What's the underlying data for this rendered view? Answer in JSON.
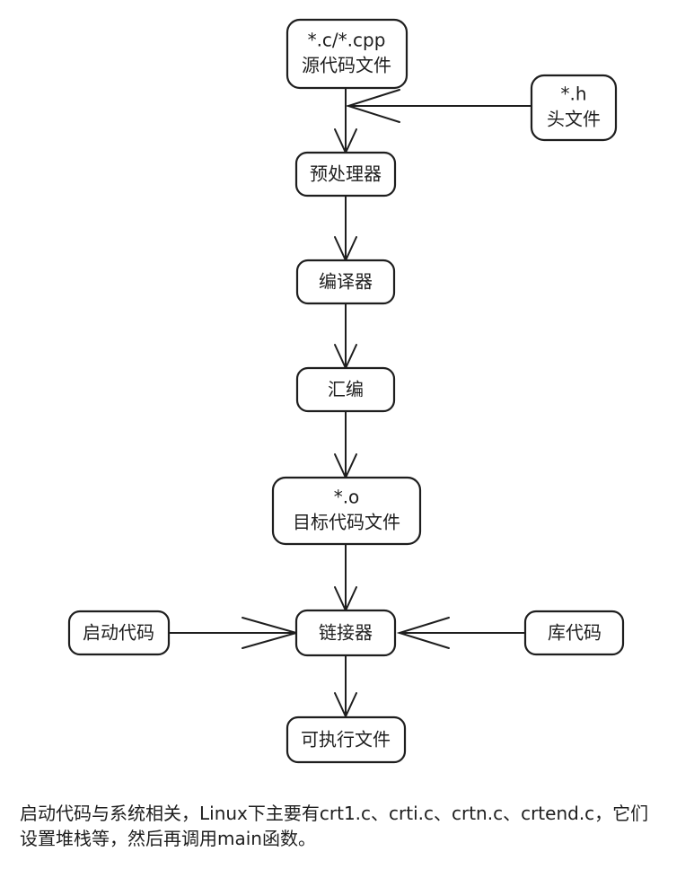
{
  "nodes": {
    "source": {
      "line1": "*.c/*.cpp",
      "line2": "源代码文件"
    },
    "header": {
      "line1": "*.h",
      "line2": "头文件"
    },
    "preprocess": {
      "label": "预处理器"
    },
    "compiler": {
      "label": "编译器"
    },
    "assembler": {
      "label": "汇编"
    },
    "object": {
      "line1": "*.o",
      "line2": "目标代码文件"
    },
    "startup": {
      "label": "启动代码"
    },
    "linker": {
      "label": "链接器"
    },
    "library": {
      "label": "库代码"
    },
    "executable": {
      "label": "可执行文件"
    }
  },
  "caption": {
    "line1": "启动代码与系统相关，Linux下主要有crt1.c、crti.c、crtn.c、crtend.c，它们",
    "line2": "设置堆栈等，然后再调用main函数。"
  },
  "colors": {
    "stroke": "#1e1e1e",
    "background": "#ffffff"
  }
}
